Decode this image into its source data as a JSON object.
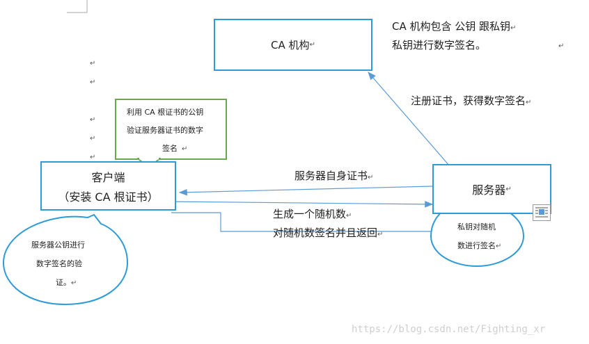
{
  "ca_box": {
    "label": "CA 机构"
  },
  "ca_note": {
    "line1": "CA 机构包含  公钥  跟私钥",
    "line2": "私钥进行数字签名。"
  },
  "register_label": "注册证书，获得数字签名",
  "client_box": {
    "line1": "客户端",
    "line2": "（安装 CA 根证书）"
  },
  "server_box": {
    "label": "服务器"
  },
  "client_callout": {
    "line1": "利用 CA 根证书的公钥",
    "line2": "验证服务器证书的数字",
    "line3": "签名"
  },
  "server_cert_label": "服务器自身证书",
  "random_label": "生成一个随机数",
  "sign_return_label": "对随机数签名并且返回",
  "left_ellipse": {
    "line1": "服务器公钥进行",
    "line2": "数字签名的验",
    "line3": "证。"
  },
  "right_ellipse": {
    "line1": "私钥对随机",
    "line2": "数进行签名"
  },
  "paragraph_mark": "↵",
  "watermark": "https://blog.csdn.net/Fighting_xr",
  "colors": {
    "blue": "#2e9bd6",
    "green": "#6aa84f",
    "arrow": "#5b9bd5"
  }
}
